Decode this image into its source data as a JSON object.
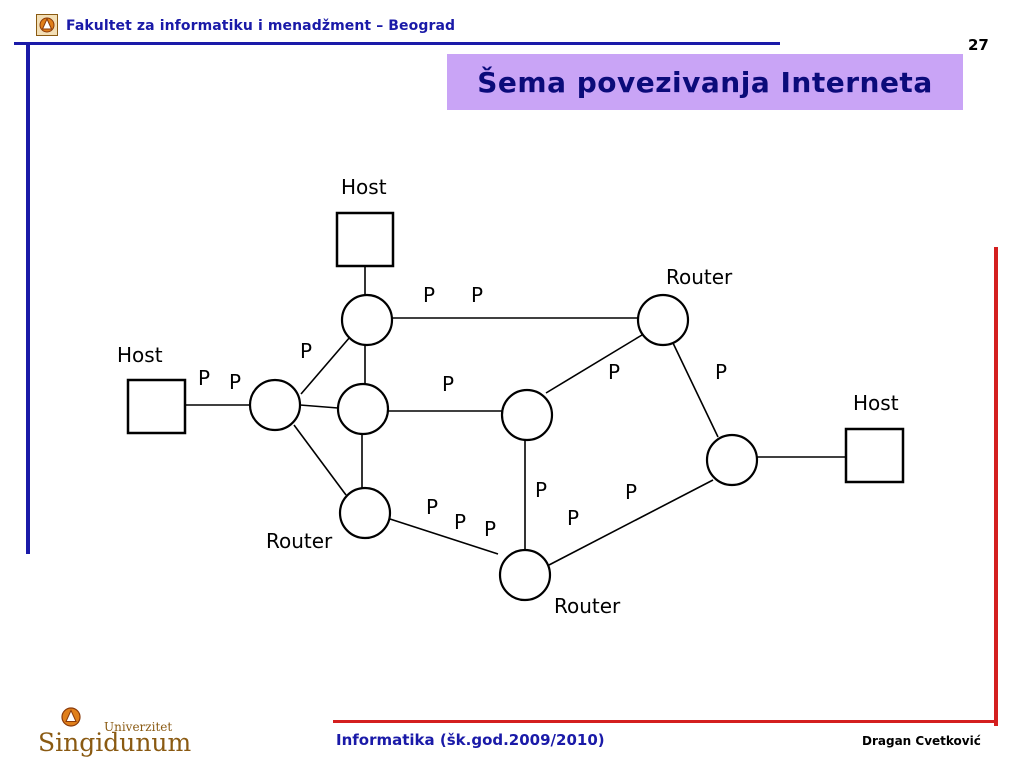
{
  "header": {
    "text": "Fakultet za informatiku i menadžment – Beograd"
  },
  "page_number": "27",
  "title": "Šema povezivanja Interneta",
  "footer": {
    "course": "Informatika (šk.god.2009/2010)",
    "author": "Dragan Cvetković"
  },
  "brand": {
    "small": "Univerzitet",
    "name": "Singidunum"
  },
  "diagram": {
    "host_label": "Host",
    "router_label": "Router",
    "packet_label": "P"
  },
  "colors": {
    "accent_blue": "#1a1aa8",
    "accent_red": "#d41f1f",
    "title_bg": "#c9a4f6",
    "brand": "#8a5a12"
  },
  "icons": {
    "header_logo": "singidunum-emblem-icon",
    "brand_logo": "singidunum-emblem-icon"
  }
}
